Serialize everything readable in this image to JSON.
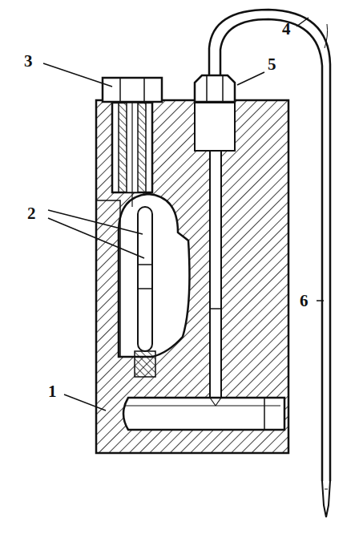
{
  "diagram": {
    "labels": [
      "3",
      "5",
      "4",
      "2",
      "6",
      "1"
    ]
  }
}
